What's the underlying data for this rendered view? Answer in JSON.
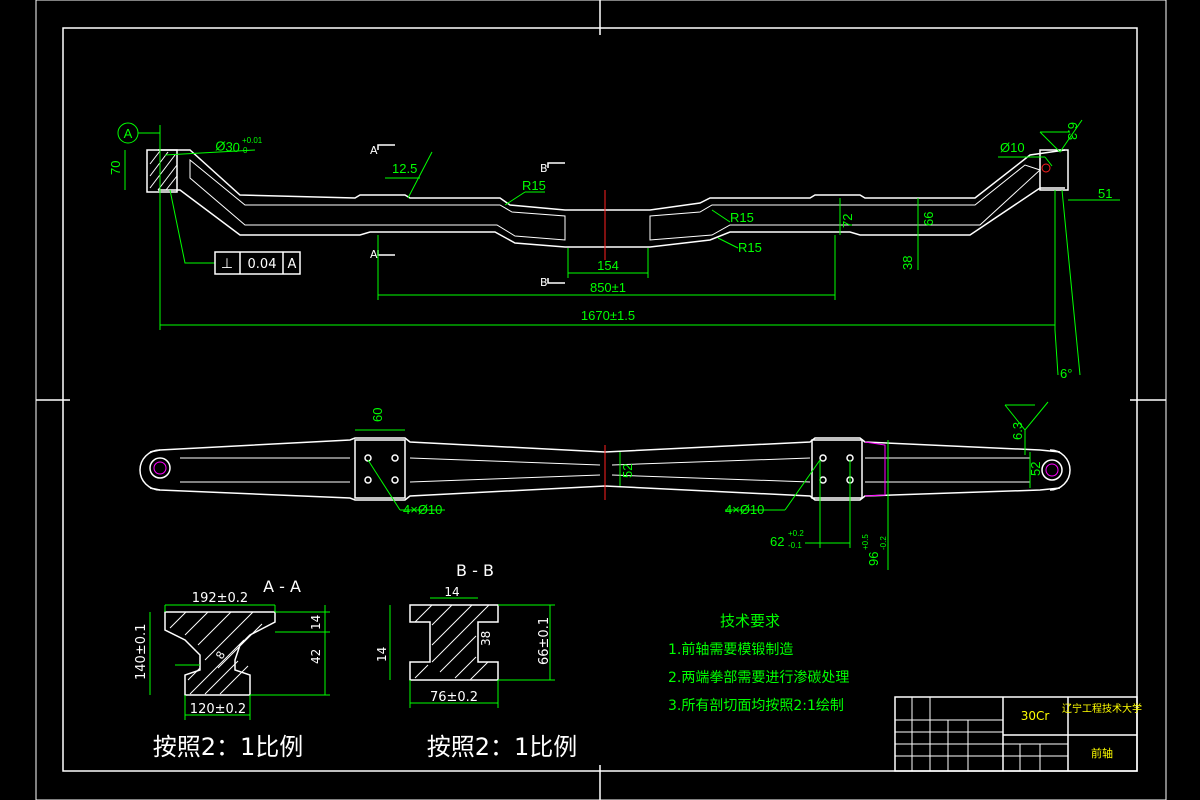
{
  "colors": {
    "background": "#000000",
    "outline": "#ffffff",
    "dimension": "#00ff00",
    "centerline": "#ff2020",
    "hidden": "#ff00ff",
    "notes": "#00ff00",
    "title_text": "#ffff00"
  },
  "front_view": {
    "datum_label": "A",
    "dim_70": "70",
    "dim_bore_top": "Ø30",
    "dim_bore_tol_plus": "+0.01",
    "dim_bore_tol_minus": "0",
    "section_a_top": "A",
    "section_a_bottom": "A",
    "section_b_top": "B",
    "section_b_bottom": "B",
    "dim_12_5": "12.5",
    "dim_r15_left": "R15",
    "dim_r15_right_top": "R15",
    "dim_r15_right_bottom": "R15",
    "dim_72": "72",
    "dim_66": "66",
    "dim_38": "38",
    "dim_154": "154",
    "dim_850": "850±1",
    "dim_1670": "1670±1.5",
    "dim_bore_right": "Ø10",
    "roughness_right": "6.3",
    "dim_51": "51",
    "angle_6": "6°",
    "tolerance_symbol": "⊥",
    "tolerance_value": "0.04",
    "tolerance_datum": "A"
  },
  "top_view": {
    "dim_60": "60",
    "dim_52_mid": "52",
    "dim_52_right": "52",
    "holes_left": "4×Ø10",
    "holes_right": "4×Ø10",
    "dim_62": "62",
    "dim_62_tol_plus": "+0.2",
    "dim_62_tol_minus": "-0.1",
    "dim_96": "96",
    "dim_96_tol_plus": "+0.5",
    "dim_96_tol_minus": "-0.2",
    "roughness": "6.3"
  },
  "section_aa": {
    "title": "A - A",
    "dim_top": "192±0.2",
    "dim_height": "140±0.1",
    "dim_14": "14",
    "dim_42": "42",
    "dim_web": "8",
    "dim_bottom": "120±0.2",
    "scale_note": "按照2：1比例"
  },
  "section_bb": {
    "title": "B - B",
    "dim_14_top": "14",
    "dim_14_left": "14",
    "dim_38": "38",
    "dim_66": "66±0.1",
    "dim_bottom": "76±0.2",
    "scale_note": "按照2：1比例"
  },
  "technical_requirements": {
    "title": "技术要求",
    "items": [
      "1.前轴需要模锻制造",
      "2.两端拳部需要进行渗碳处理",
      "3.所有剖切面均按照2:1绘制"
    ]
  },
  "title_block": {
    "material": "30Cr",
    "school": "辽宁工程技术大学",
    "part_name": "前轴"
  }
}
